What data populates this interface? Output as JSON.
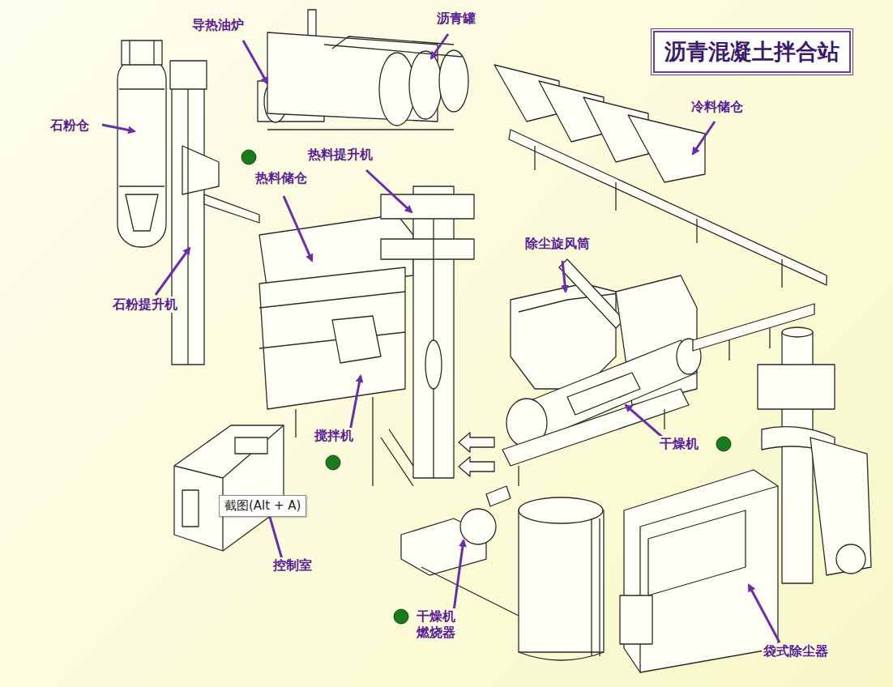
{
  "diagram": {
    "title": "沥青混凝土拌合站",
    "nodes": [
      {
        "text": [
          "截图(Alt + A)"
        ]
      }
    ],
    "labels": [
      "导热油炉",
      "沥青罐",
      "石粉仓",
      "热料提升机",
      "热料储仓",
      "冷料储仓",
      "除尘旋风筒",
      "石粉提升机",
      "搅拌机",
      "干燥机",
      "控制室",
      "干燥机 燃烧器",
      "袋式除尘器"
    ]
  }
}
